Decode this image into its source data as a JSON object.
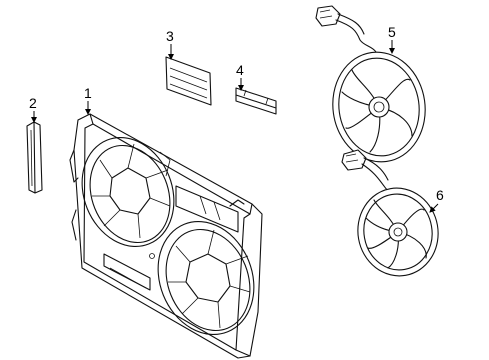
{
  "diagram": {
    "callouts": [
      {
        "number": "1",
        "part": "fan-shroud"
      },
      {
        "number": "2",
        "part": "side-seal"
      },
      {
        "number": "3",
        "part": "upper-seal"
      },
      {
        "number": "4",
        "part": "bracket-seal"
      },
      {
        "number": "5",
        "part": "fan-motor-assembly-upper"
      },
      {
        "number": "6",
        "part": "fan-motor-assembly-lower"
      }
    ]
  }
}
